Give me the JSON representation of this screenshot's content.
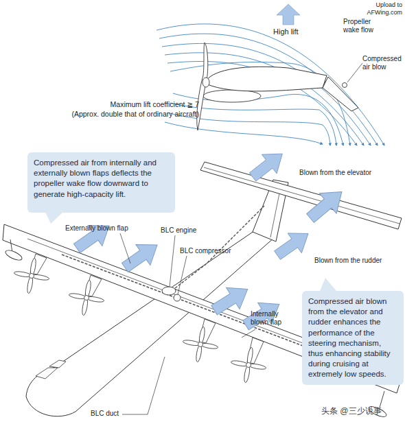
{
  "diagram": {
    "nodes": [
      {
        "text": [
          "Compressed air from internally and externally blown flaps deflects the propeller wake flow downward to generate high-capacity lift."
        ]
      },
      {
        "text": [
          "Compressed air blown from the elevator and rudder enhances the performance of the steering mechanism, thus enhancing stability during cruising at extremely low speeds."
        ]
      }
    ],
    "labels": [
      "Upload to AFWing.com",
      "High lift",
      "Propeller wake flow",
      "Compressed air blow",
      "Maximum lift coefficient ≧ 7",
      "(Approx. double that of ordinary aircraft)",
      "Blown from the elevator",
      "Externally blown flap",
      "BLC engine",
      "BLC compressor",
      "Blown from the rudder",
      "Internally blown flap",
      "BLC duct",
      "头条 @三少说事"
    ]
  }
}
